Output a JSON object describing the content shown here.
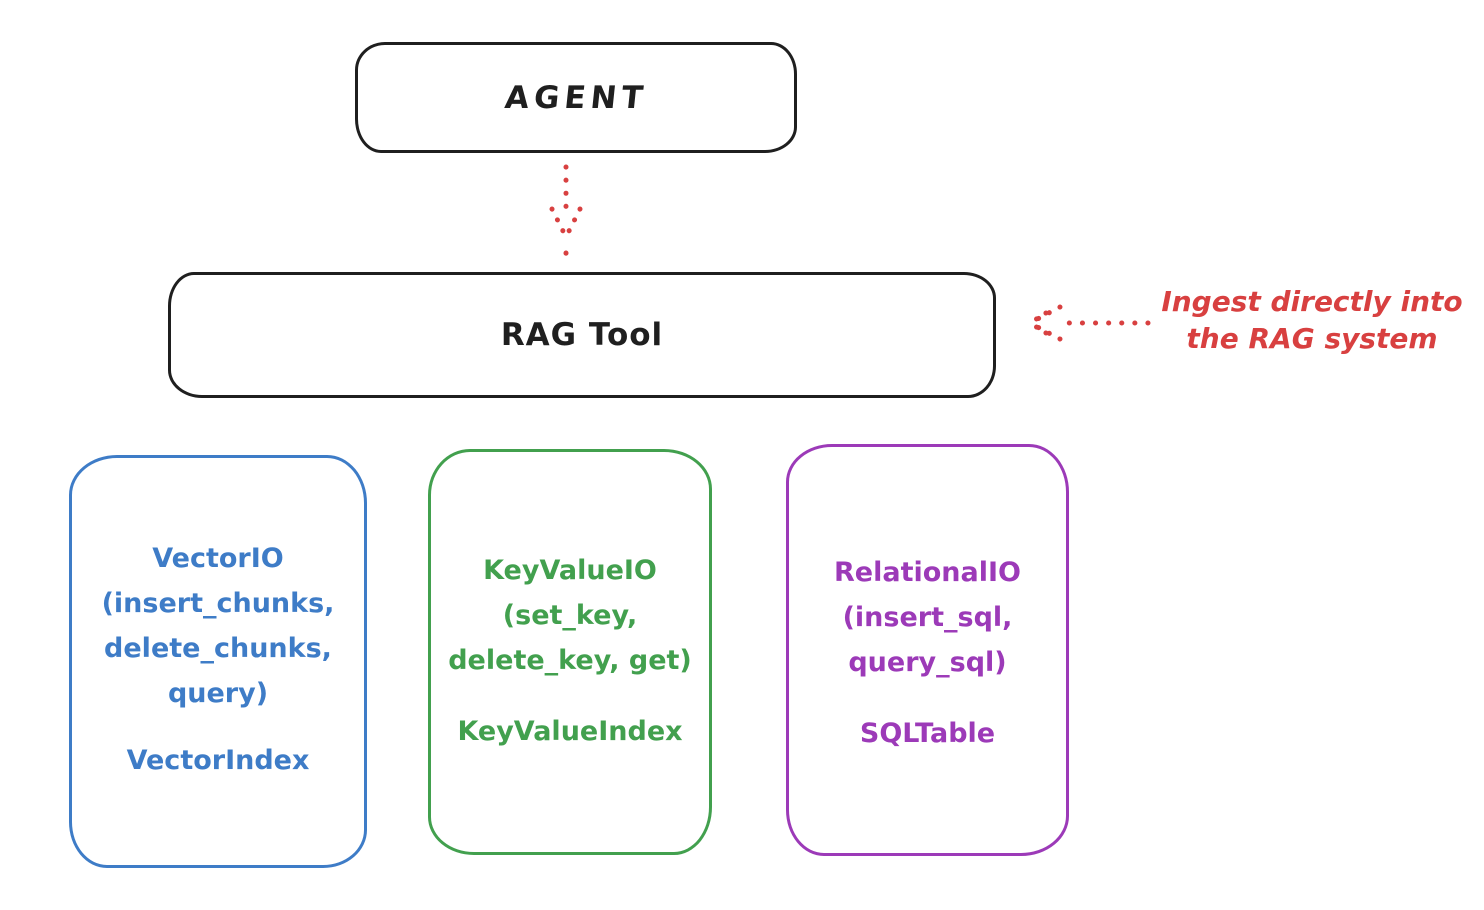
{
  "diagram": {
    "agent_box": {
      "label": "AGENT"
    },
    "rag_tool_box": {
      "label": "RAG Tool"
    },
    "annotation": {
      "line1": "Ingest directly into",
      "line2": "the RAG system"
    },
    "arrows": [
      {
        "name": "agent-to-rag-tool-arrow",
        "style": "dotted",
        "direction": "down",
        "color": "#d84040"
      },
      {
        "name": "ingest-annotation-arrow",
        "style": "dotted",
        "direction": "left",
        "color": "#d84040"
      }
    ],
    "stores": [
      {
        "name": "vector-io-box",
        "color": "#3e7cc7",
        "method_lines": [
          "VectorIO",
          "(insert_chunks,",
          "delete_chunks,",
          "query)"
        ],
        "index_label": "VectorIndex"
      },
      {
        "name": "key-value-io-box",
        "color": "#42a04e",
        "method_lines": [
          "KeyValueIO",
          "(set_key,",
          "delete_key, get)"
        ],
        "index_label": "KeyValueIndex"
      },
      {
        "name": "relational-io-box",
        "color": "#9c3ab8",
        "method_lines": [
          "RelationalIO",
          "(insert_sql,",
          "query_sql)"
        ],
        "index_label": "SQLTable"
      }
    ],
    "colors": {
      "stroke": "#1f1f1f",
      "annotation_red": "#d84040",
      "vector_blue": "#3e7cc7",
      "keyvalue_green": "#42a04e",
      "relational_purple": "#9c3ab8",
      "background": "#ffffff"
    }
  }
}
